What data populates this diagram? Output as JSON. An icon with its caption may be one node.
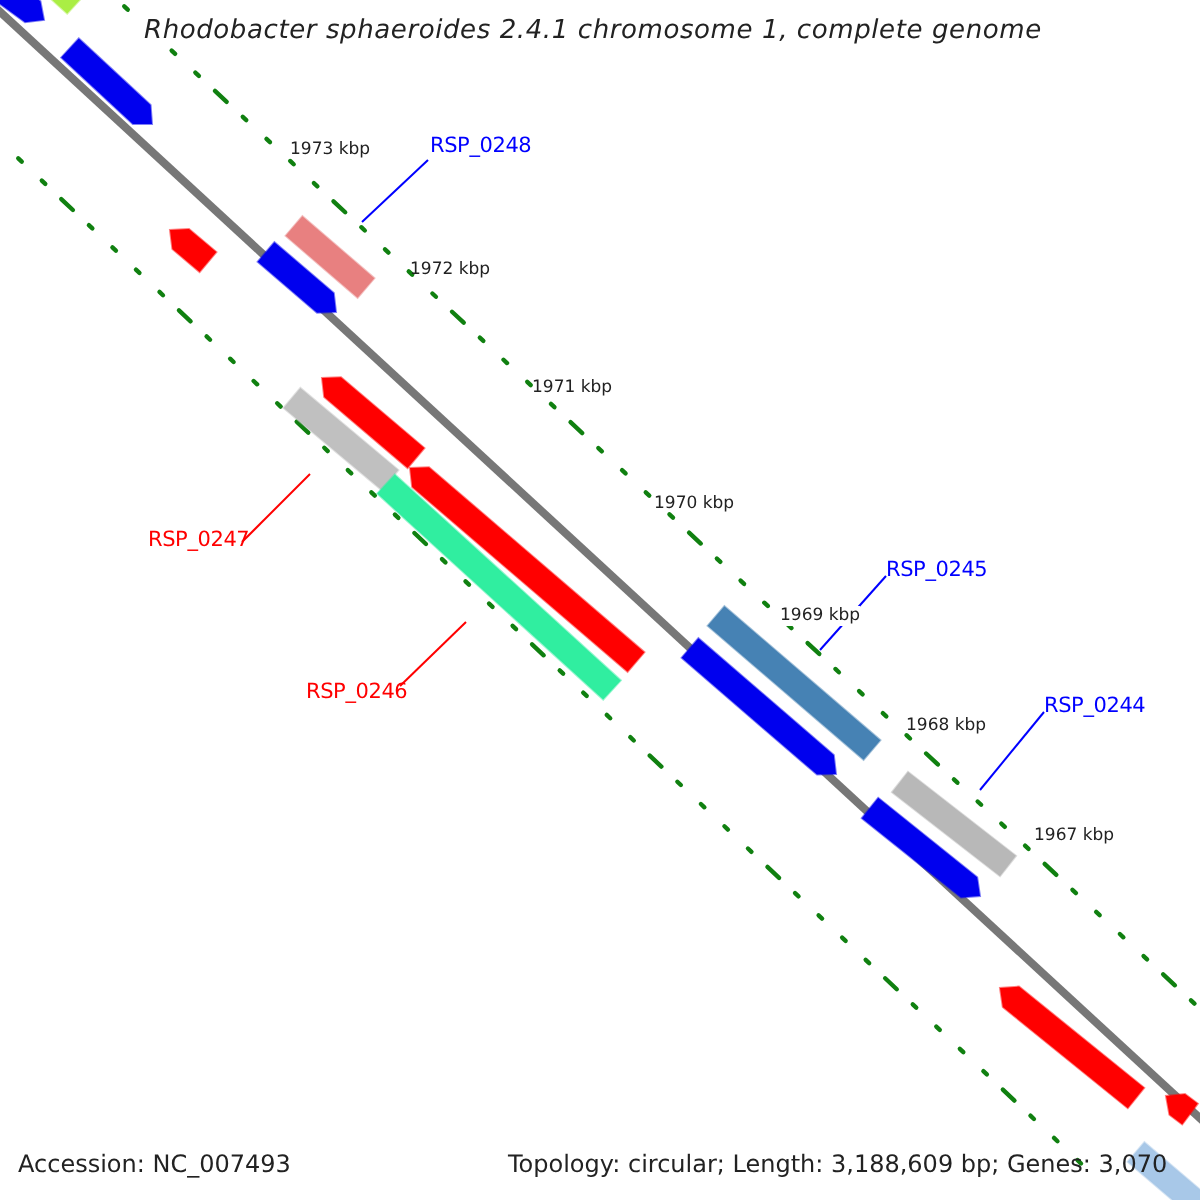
{
  "diagram": {
    "title": "Rhodobacter sphaeroides 2.4.1 chromosome 1, complete genome",
    "nodes": [
      {
        "text": [
          "RSP_0248"
        ]
      },
      {
        "text": [],
        "shape": "bar"
      },
      {
        "text": [
          "RSP_0247"
        ]
      },
      {
        "text": [],
        "shape": "bar"
      },
      {
        "text": [
          "RSP_0246"
        ]
      },
      {
        "text": [],
        "shape": "bar"
      },
      {
        "text": [
          "RSP_0245"
        ]
      },
      {
        "text": [],
        "shape": "bar"
      },
      {
        "text": [
          "RSP_0244"
        ]
      },
      {
        "text": [],
        "shape": "bar"
      },
      {
        "text": [],
        "shape": "bar"
      },
      {
        "text": [],
        "shape": "bar"
      },
      {
        "text": [],
        "shape": "bar"
      },
      {
        "text": [],
        "shape": "bar"
      },
      {
        "text": [],
        "shape": "bar"
      },
      {
        "text": [],
        "shape": "bar"
      },
      {
        "text": [],
        "shape": "bar"
      },
      {
        "text": [],
        "shape": "bar"
      },
      {
        "text": [],
        "shape": "bar"
      },
      {
        "text": [],
        "shape": "bar"
      },
      {
        "text": [],
        "shape": "bar"
      },
      {
        "text": [],
        "shape": "bar"
      }
    ],
    "edges": [
      {
        "from": 0,
        "to": 1,
        "arrow": "none"
      },
      {
        "from": 2,
        "to": 3,
        "arrow": "none",
        "color": "#ff0000"
      },
      {
        "from": 4,
        "to": 5,
        "arrow": "none",
        "color": "#ff0000"
      },
      {
        "from": 6,
        "to": 7,
        "arrow": "none"
      },
      {
        "from": 8,
        "to": 9,
        "arrow": "none"
      }
    ],
    "labels": [
      "1973 kbp",
      "1972 kbp",
      "1971 kbp",
      "1970 kbp",
      "1969 kbp",
      "1968 kbp",
      "1967 kbp",
      "Accession: NC_007493",
      "Topology: circular; Length: 3,188,609 bp; Genes: 3,070"
    ]
  }
}
